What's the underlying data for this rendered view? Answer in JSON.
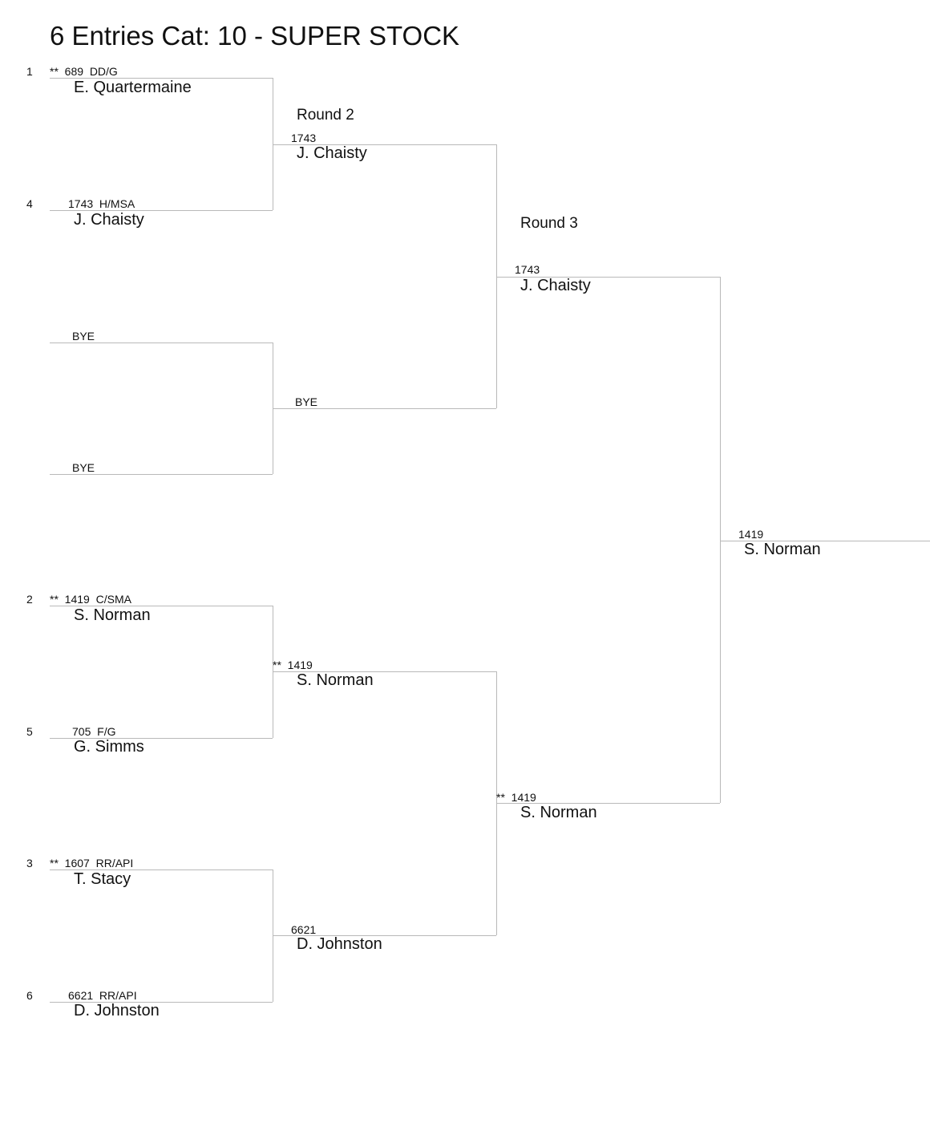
{
  "title": "6 Entries Cat: 10 - SUPER STOCK",
  "round_labels": [
    "Round 2",
    "Round 3"
  ],
  "round1": [
    {
      "seed": "1",
      "info": "**  689  DD/G",
      "name": "E. Quartermaine"
    },
    {
      "seed": "4",
      "info": "1743  H/MSA",
      "name": "J. Chaisty"
    },
    {
      "seed": "",
      "info": "BYE",
      "name": ""
    },
    {
      "seed": "",
      "info": "BYE",
      "name": ""
    },
    {
      "seed": "2",
      "info": "**  1419  C/SMA",
      "name": "S. Norman"
    },
    {
      "seed": "5",
      "info": "705  F/G",
      "name": "G. Simms"
    },
    {
      "seed": "3",
      "info": "**  1607  RR/API",
      "name": "T. Stacy"
    },
    {
      "seed": "6",
      "info": "6621  RR/API",
      "name": "D. Johnston"
    }
  ],
  "round2": [
    {
      "info": "1743",
      "name": "J. Chaisty"
    },
    {
      "info": "BYE",
      "name": ""
    },
    {
      "info": "**  1419",
      "name": "S. Norman"
    },
    {
      "info": "6621",
      "name": "D. Johnston"
    }
  ],
  "round3": [
    {
      "info": "1743",
      "name": "J. Chaisty"
    },
    {
      "info": "**  1419",
      "name": "S. Norman"
    }
  ],
  "final": {
    "info": "1419",
    "name": "S. Norman"
  }
}
